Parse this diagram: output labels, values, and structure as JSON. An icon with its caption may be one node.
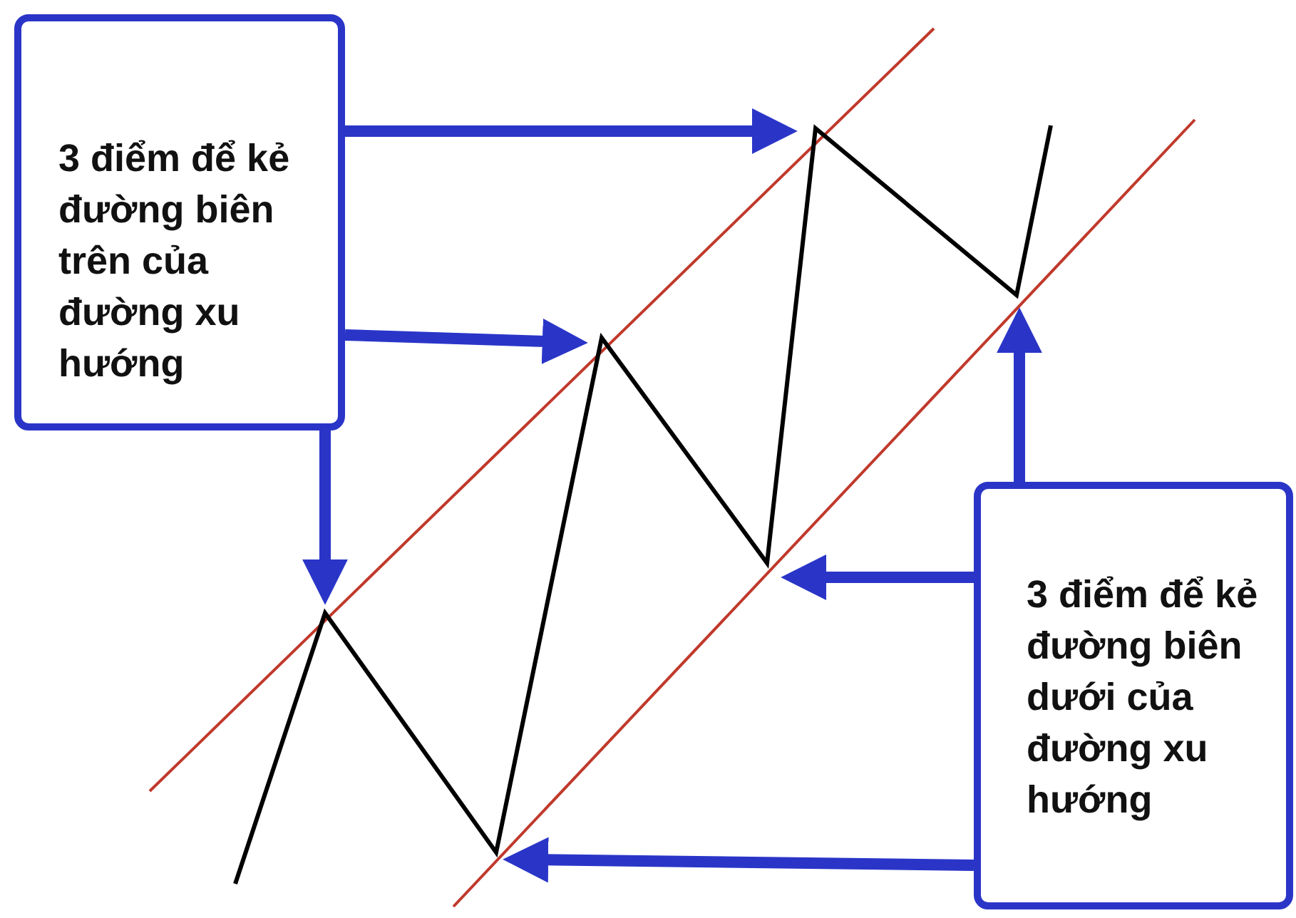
{
  "diagram": {
    "nodes": [
      {
        "text": [
          "3 điểm để kẻ đường biên trên của đường xu hướng"
        ]
      },
      {
        "text": [
          "3 điểm để kẻ đường biên dưới của đường xu hướng"
        ]
      }
    ],
    "edges": [
      {
        "from": 0,
        "to": null,
        "arrow": "to"
      },
      {
        "from": 0,
        "to": null,
        "arrow": "to"
      },
      {
        "from": 0,
        "to": null,
        "arrow": "to"
      },
      {
        "from": 1,
        "to": null,
        "arrow": "to"
      },
      {
        "from": 1,
        "to": null,
        "arrow": "to"
      },
      {
        "from": 1,
        "to": null,
        "arrow": "to"
      }
    ]
  }
}
